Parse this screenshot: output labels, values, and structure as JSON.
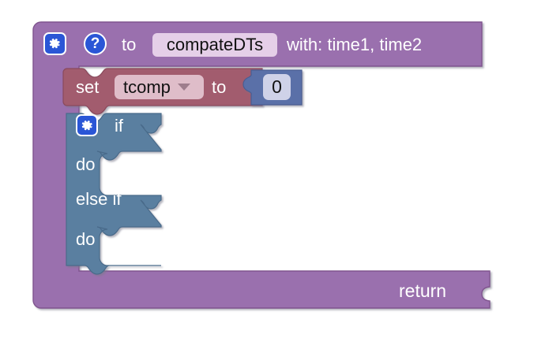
{
  "workspace": {
    "background_color": "#ffffff"
  },
  "procedure_block": {
    "name": "procedure-definition-block",
    "color": "#9a6fae",
    "color_dark": "#80558f",
    "mutator_icon": "gear-icon",
    "help_icon": "question-mark-icon",
    "help_glyph": "?",
    "to_label": "to",
    "procedure_name": "compateDTs",
    "params_label": "with: time1, time2",
    "return_label": "return"
  },
  "set_block": {
    "name": "set-variable-block",
    "color": "#a25c6e",
    "color_dark": "#8a4a5c",
    "set_label": "set",
    "variable_name": "tcomp",
    "dropdown_icon": "chevron-down-icon",
    "to_label": "to"
  },
  "number_block": {
    "name": "math-number-block",
    "color": "#5a6fa8",
    "color_dark": "#4a5d92",
    "value": "0"
  },
  "if_block": {
    "name": "controls-if-block",
    "color": "#5a7fa0",
    "color_dark": "#496b8a",
    "mutator_icon": "gear-icon",
    "rows": [
      {
        "label": "if",
        "kind": "condition"
      },
      {
        "label": "do",
        "kind": "statement"
      },
      {
        "label": "else if",
        "kind": "condition"
      },
      {
        "label": "do",
        "kind": "statement"
      }
    ]
  },
  "colors": {
    "purple": "#9a6fae",
    "maroon": "#a25c6e",
    "steel_blue": "#5a7fa0",
    "slate_blue": "#5a6fa8",
    "field_light_purple": "#e5cfe8",
    "field_pink": "#dfbdc9",
    "field_lavender": "#cfd2e8",
    "button_blue": "#2a56d6",
    "white": "#ffffff"
  }
}
